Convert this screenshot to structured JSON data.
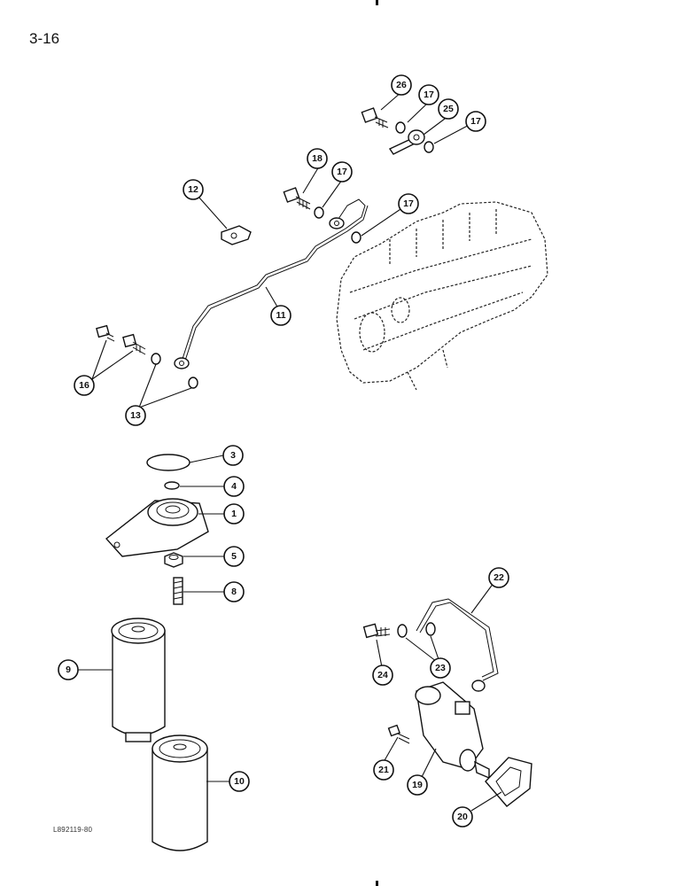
{
  "page": {
    "number": "3-16",
    "figure_code": "L892119-80"
  },
  "callouts": [
    {
      "label": "26"
    },
    {
      "label": "17"
    },
    {
      "label": "25"
    },
    {
      "label": "17"
    },
    {
      "label": "18"
    },
    {
      "label": "17"
    },
    {
      "label": "12"
    },
    {
      "label": "17"
    },
    {
      "label": "11"
    },
    {
      "label": "16"
    },
    {
      "label": "13"
    },
    {
      "label": "3"
    },
    {
      "label": "4"
    },
    {
      "label": "1"
    },
    {
      "label": "5"
    },
    {
      "label": "8"
    },
    {
      "label": "9"
    },
    {
      "label": "10"
    },
    {
      "label": "22"
    },
    {
      "label": "24"
    },
    {
      "label": "23"
    },
    {
      "label": "21"
    },
    {
      "label": "19"
    },
    {
      "label": "20"
    }
  ]
}
